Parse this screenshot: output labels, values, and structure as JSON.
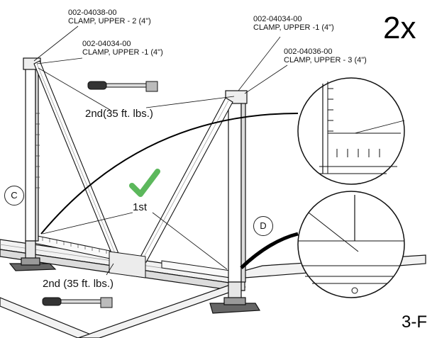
{
  "parts": [
    {
      "part_number": "002-04038-00",
      "description": "CLAMP, UPPER - 2 (4\")"
    },
    {
      "part_number": "002-04034-00",
      "description": "CLAMP, UPPER -1 (4\")"
    },
    {
      "part_number": "002-04034-00",
      "description": "CLAMP, UPPER -1 (4\")"
    },
    {
      "part_number": "002-04036-00",
      "description": "CLAMP, UPPER - 3 (4\")"
    }
  ],
  "quantity": "2x",
  "torque_labels": {
    "upper": "2nd(35 ft. lbs.)",
    "first": "1st",
    "lower": "2nd (35 ft. lbs.)"
  },
  "callouts": [
    "C",
    "D"
  ],
  "page_id": "3-F",
  "colors": {
    "check": "#5cb85c",
    "line": "#111111",
    "frame_fill": "#f2f2f2"
  },
  "icons": [
    "check-icon",
    "torque-wrench-icon"
  ]
}
